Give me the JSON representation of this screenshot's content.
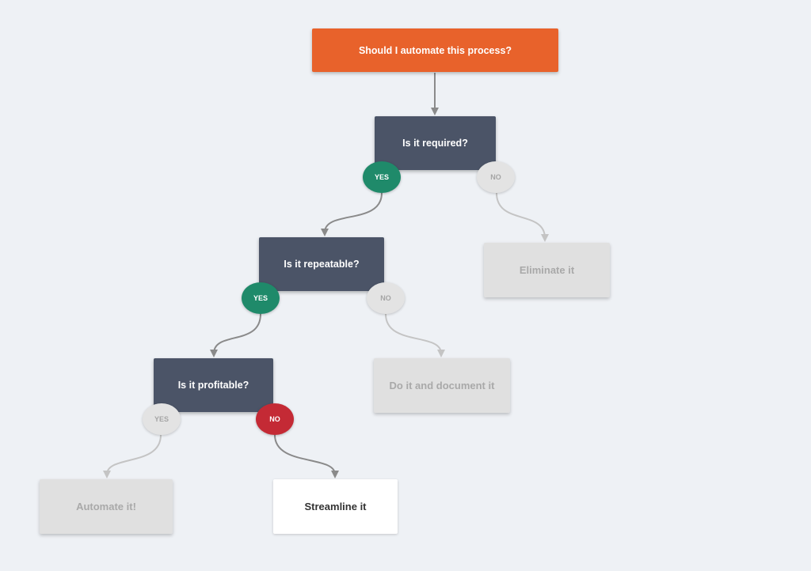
{
  "flowchart": {
    "start": {
      "label": "Should I automate this process?"
    },
    "q_required": {
      "label": "Is it required?",
      "yes": "YES",
      "no": "NO"
    },
    "q_repeatable": {
      "label": "Is it repeatable?",
      "yes": "YES",
      "no": "NO"
    },
    "q_profitable": {
      "label": "Is it profitable?",
      "yes": "YES",
      "no": "NO"
    },
    "outcomes": {
      "eliminate": "Eliminate it",
      "document": "Do it and document it",
      "automate": "Automate it!",
      "streamline": "Streamline it"
    }
  },
  "colors": {
    "background": "#eef1f5",
    "start": "#e8622b",
    "decision": "#4b5467",
    "yes_active": "#1f8a6a",
    "no_active": "#c42a35",
    "inactive": "#e0e0e0",
    "connector_active": "#8a8a8a",
    "connector_inactive": "#c4c4c4"
  }
}
